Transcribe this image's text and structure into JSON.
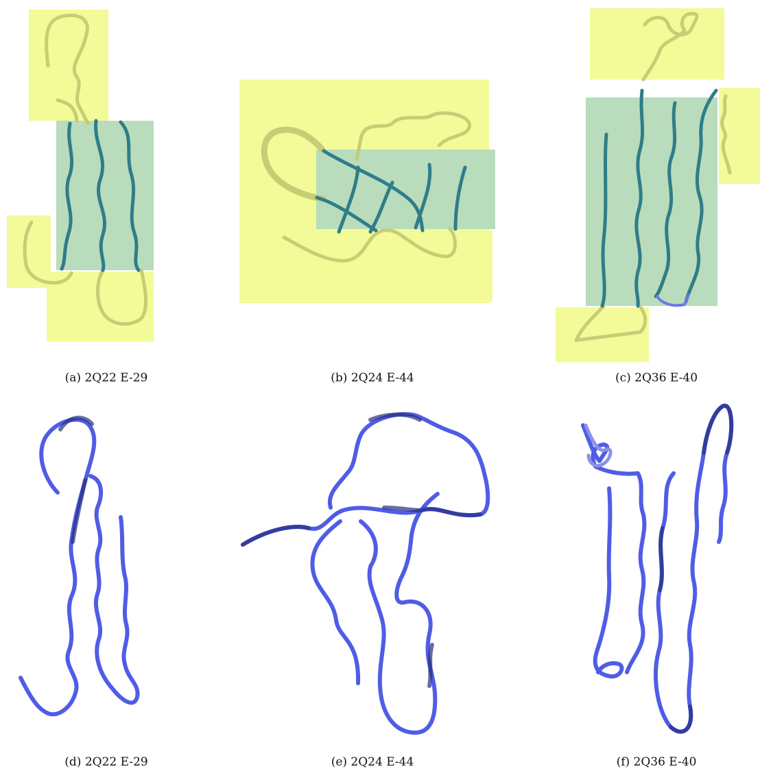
{
  "figure": {
    "panels": [
      {
        "id": "a",
        "caption": "(a) 2Q22 E-29",
        "style": "highlighted"
      },
      {
        "id": "b",
        "caption": "(b) 2Q24 E-44",
        "style": "highlighted"
      },
      {
        "id": "c",
        "caption": "(c) 2Q36 E-40",
        "style": "highlighted"
      },
      {
        "id": "d",
        "caption": "(d) 2Q22 E-29",
        "style": "cartoon"
      },
      {
        "id": "e",
        "caption": "(e) 2Q24 E-44",
        "style": "cartoon"
      },
      {
        "id": "f",
        "caption": "(f) 2Q36 E-40",
        "style": "cartoon"
      }
    ],
    "colors": {
      "loop_region": "#f3fa98",
      "strand_region": "#b9dcbc",
      "loop_tube": "#c2c870",
      "sheet_tube": "#2f7d88",
      "protein_tube": "#4f5de6",
      "protein_tube_dark": "#2a2f80"
    }
  }
}
